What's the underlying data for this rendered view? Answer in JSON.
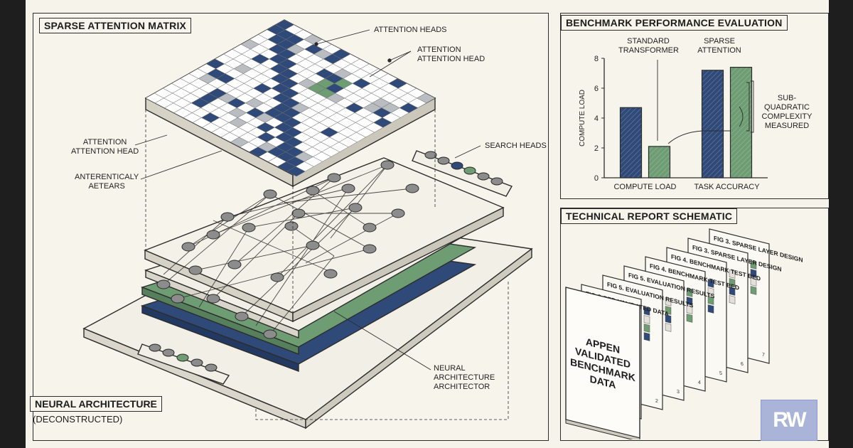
{
  "left_panel": {
    "title": "SPARSE ATTENTION MATRIX",
    "labels": {
      "attention_heads": "ATTENTION HEADS",
      "attention_head_top_line1": "ATTENTION",
      "attention_head_top_line2": "ATTENTION HEAD",
      "attention_head_left_line1": "ATTENTION",
      "attention_head_left_line2": "ATTENTION HEAD",
      "anterenticaly_line1": "ANTERENTICALY",
      "anterenticaly_line2": "AETEARS",
      "search_heads": "SEARCH HEADS",
      "neural_line1": "NEURAL",
      "neural_line2": "ARCHITECTURE",
      "neural_line3": "ARCHITECTOR"
    },
    "footer_title": "NEURAL ARCHITECTURE",
    "footer_subtitle": "(DECONSTRUCTED)"
  },
  "benchmark_panel": {
    "title": "BENCHMARK PERFORMANCE EVALUATION",
    "annotations": {
      "standard_line1": "STANDARD",
      "standard_line2": "TRANSFORMER",
      "sparse_line1": "SPARSE",
      "sparse_line2": "ATTENTION",
      "subq_line1": "SUB-QUADRATIC",
      "subq_line2": "COMPLEXITY",
      "subq_line3": "MEASURED"
    }
  },
  "chart_data": {
    "type": "bar",
    "categories": [
      "COMPUTE LOAD",
      "TASK ACCURACY"
    ],
    "series": [
      {
        "name": "STANDARD TRANSFORMER",
        "values": [
          4.7,
          7.2
        ],
        "color": "#2f4a78"
      },
      {
        "name": "SPARSE ATTENTION",
        "values": [
          2.1,
          7.4
        ],
        "color": "#6e9c73"
      }
    ],
    "ylabel": "COMPUTE LOAD",
    "ylim": [
      0,
      8
    ],
    "yticks": [
      "0",
      "2",
      "4",
      "6",
      "8"
    ]
  },
  "report_panel": {
    "title": "TECHNICAL REPORT SCHEMATIC",
    "pages": [
      "FIG S-PED VALIDATED DATA",
      "FIG 5. EVALUATION RESULTS",
      "FIG 5. EVALUATION RESULTS",
      "FIG 4. BENCHMARK TEST BED",
      "FIG 4. BENCHMARK TEST BED",
      "FIG 3. SPARSE LAYER DESIGN",
      "FIG 3. SPARSE LAYER DESIGN"
    ],
    "cover_lines": [
      "APPEN",
      "VALIDATED",
      "BENCHMARK",
      "DATA"
    ]
  },
  "logo": {
    "text": "RW"
  },
  "colors": {
    "navy": "#2f4a78",
    "green": "#6e9c73",
    "paper": "#f7f4ec",
    "ink": "#2c2c2c"
  }
}
